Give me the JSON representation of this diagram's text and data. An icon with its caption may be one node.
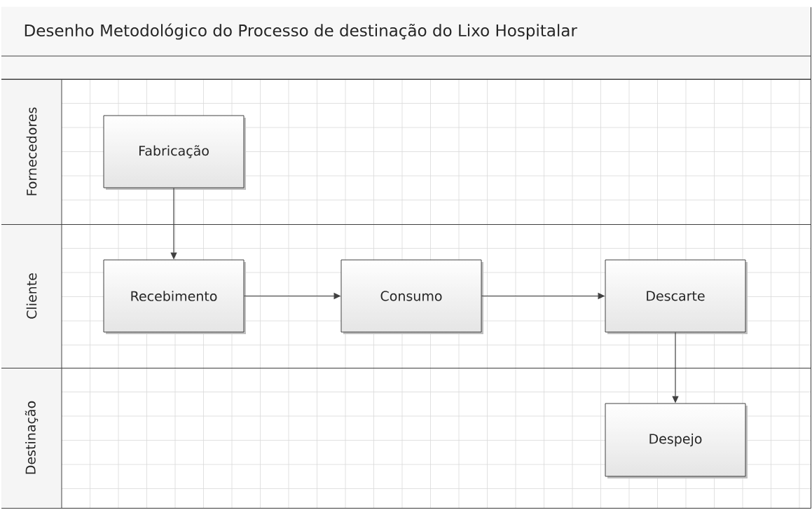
{
  "diagram": {
    "nodes": [
      {
        "text": [
          "Desenho Metodológico do Processo de destinação do Lixo Hospitalar"
        ]
      },
      {
        "text": [
          "Fornecedores"
        ],
        "in": 0
      },
      {
        "text": [
          "Cliente"
        ],
        "in": 0
      },
      {
        "text": [
          "Destinação"
        ],
        "in": 0
      },
      {
        "text": [
          "Fabricação"
        ],
        "in": 1
      },
      {
        "text": [
          "Recebimento"
        ],
        "in": 2
      },
      {
        "text": [
          "Consumo"
        ],
        "in": 2
      },
      {
        "text": [
          "Descarte"
        ],
        "in": 2
      },
      {
        "text": [
          "Despejo"
        ],
        "in": 3
      }
    ],
    "edges": [
      {
        "from": 4,
        "to": 5,
        "arrow": "to"
      },
      {
        "from": 5,
        "to": 6,
        "arrow": "to"
      },
      {
        "from": 6,
        "to": 7,
        "arrow": "to"
      },
      {
        "from": 7,
        "to": 8,
        "arrow": "to"
      }
    ]
  }
}
